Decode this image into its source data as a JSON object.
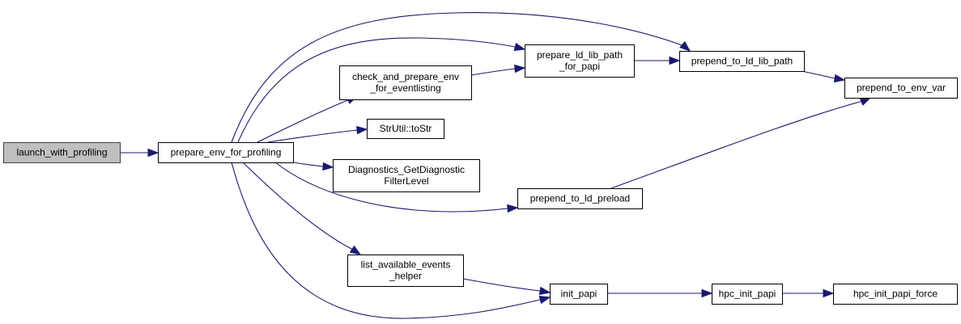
{
  "diagram": {
    "type": "call-graph",
    "colors": {
      "edge": "#191970",
      "root_fill": "#bfbfbf",
      "node_fill": "#ffffff",
      "border": "#000000"
    },
    "nodes": [
      {
        "id": "launch_with_profiling",
        "lines": [
          "launch_with_profiling"
        ],
        "root": true
      },
      {
        "id": "prepare_env_for_profiling",
        "lines": [
          "prepare_env_for_profiling"
        ]
      },
      {
        "id": "check_and_prepare_env_for_eventlisting",
        "lines": [
          "check_and_prepare_env",
          "_for_eventlisting"
        ]
      },
      {
        "id": "StrUtil_toStr",
        "lines": [
          "StrUtil::toStr"
        ]
      },
      {
        "id": "Diagnostics_GetDiagnosticFilterLevel",
        "lines": [
          "Diagnostics_GetDiagnostic",
          "FilterLevel"
        ]
      },
      {
        "id": "prepare_ld_lib_path_for_papi",
        "lines": [
          "prepare_ld_lib_path",
          "_for_papi"
        ]
      },
      {
        "id": "prepend_to_ld_lib_path",
        "lines": [
          "prepend_to_ld_lib_path"
        ]
      },
      {
        "id": "prepend_to_env_var",
        "lines": [
          "prepend_to_env_var"
        ]
      },
      {
        "id": "prepend_to_ld_preload",
        "lines": [
          "prepend_to_ld_preload"
        ]
      },
      {
        "id": "list_available_events_helper",
        "lines": [
          "list_available_events",
          "_helper"
        ]
      },
      {
        "id": "init_papi",
        "lines": [
          "init_papi"
        ]
      },
      {
        "id": "hpc_init_papi",
        "lines": [
          "hpc_init_papi"
        ]
      },
      {
        "id": "hpc_init_papi_force",
        "lines": [
          "hpc_init_papi_force"
        ]
      }
    ],
    "edges": [
      {
        "from": "launch_with_profiling",
        "to": "prepare_env_for_profiling"
      },
      {
        "from": "prepare_env_for_profiling",
        "to": "check_and_prepare_env_for_eventlisting"
      },
      {
        "from": "prepare_env_for_profiling",
        "to": "StrUtil_toStr"
      },
      {
        "from": "prepare_env_for_profiling",
        "to": "Diagnostics_GetDiagnosticFilterLevel"
      },
      {
        "from": "prepare_env_for_profiling",
        "to": "prepare_ld_lib_path_for_papi"
      },
      {
        "from": "prepare_env_for_profiling",
        "to": "prepend_to_ld_lib_path"
      },
      {
        "from": "prepare_env_for_profiling",
        "to": "prepend_to_ld_preload"
      },
      {
        "from": "prepare_env_for_profiling",
        "to": "list_available_events_helper"
      },
      {
        "from": "prepare_env_for_profiling",
        "to": "init_papi"
      },
      {
        "from": "check_and_prepare_env_for_eventlisting",
        "to": "prepare_ld_lib_path_for_papi"
      },
      {
        "from": "prepare_ld_lib_path_for_papi",
        "to": "prepend_to_ld_lib_path"
      },
      {
        "from": "prepend_to_ld_lib_path",
        "to": "prepend_to_env_var"
      },
      {
        "from": "prepend_to_ld_preload",
        "to": "prepend_to_env_var"
      },
      {
        "from": "list_available_events_helper",
        "to": "init_papi"
      },
      {
        "from": "init_papi",
        "to": "hpc_init_papi"
      },
      {
        "from": "hpc_init_papi",
        "to": "hpc_init_papi_force"
      }
    ]
  }
}
